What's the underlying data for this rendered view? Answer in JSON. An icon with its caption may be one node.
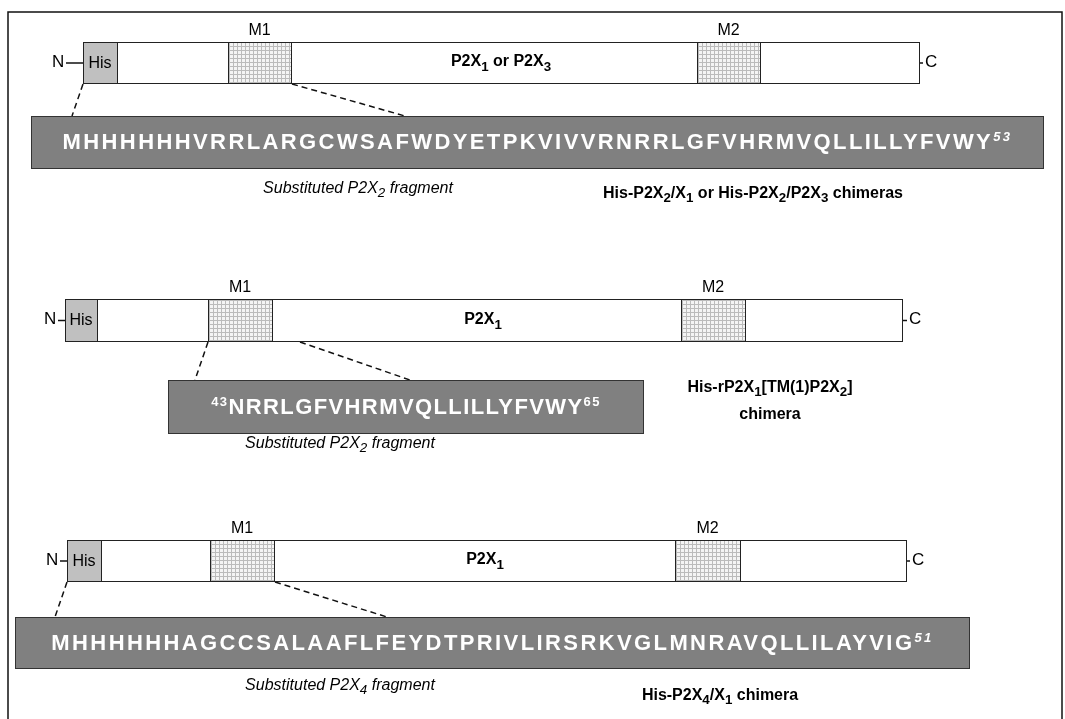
{
  "diagram": {
    "nodes": [
      {
        "text": [
          "P2X$_{1}$ or P2X$_{3}$"
        ]
      },
      {
        "text": [
          "His"
        ],
        "in": 0
      },
      {
        "text": [
          "M1"
        ],
        "in": 0
      },
      {
        "text": [
          "M2"
        ],
        "in": 0
      },
      {
        "text": [
          "MHHHHHHVRRLARGCWSAFWDYETPKVIVVRNRRLGFVHRMVQLLILLYFVWY$^{53}$"
        ],
        "beside": [
          "Substituted P2X$_{2}$ fragment"
        ]
      },
      {
        "text": [
          "P2X$_{1}$"
        ]
      },
      {
        "text": [
          "His"
        ],
        "in": 5
      },
      {
        "text": [
          "M1"
        ],
        "in": 5
      },
      {
        "text": [
          "M2"
        ],
        "in": 5
      },
      {
        "text": [
          "$^{43}$NRRLGFVHRMVQLLILLYFVWY$^{65}$"
        ],
        "beside": [
          "Substituted P2X$_{2}$ fragment"
        ]
      },
      {
        "text": [
          "P2X$_{1}$"
        ]
      },
      {
        "text": [
          "His"
        ],
        "in": 10
      },
      {
        "text": [
          "M1"
        ],
        "in": 10
      },
      {
        "text": [
          "M2"
        ],
        "in": 10
      },
      {
        "text": [
          "MHHHHHHAGCCSALAAFLFEYDTPRIVLIRSRKVGLMNRAVQLLILAYVIG$^{51}$"
        ],
        "beside": [
          "Substituted P2X$_{4}$ fragment"
        ]
      }
    ],
    "edges": [
      {
        "from": 1,
        "to": 4,
        "arrow": "none",
        "style": "dashed"
      },
      {
        "from": 2,
        "to": 4,
        "arrow": "none",
        "style": "dashed"
      },
      {
        "from": 7,
        "to": 9,
        "arrow": "none",
        "style": "dashed"
      },
      {
        "from": 7,
        "to": 9,
        "arrow": "none",
        "style": "dashed"
      },
      {
        "from": 11,
        "to": 14,
        "arrow": "none",
        "style": "dashed"
      },
      {
        "from": 12,
        "to": 14,
        "arrow": "none",
        "style": "dashed"
      }
    ],
    "labels": [
      "N",
      "C",
      "His-P2X$_{2}$/X$_{1}$ or His-P2X$_{2}$/P2X$_{3}$ chimeras",
      "N",
      "C",
      "His-rP2X$_{1}$[TM(1)P2X$_{2}$] chimera",
      "N",
      "C",
      "His-P2X$_{4}$/X$_{1}$ chimera"
    ]
  }
}
